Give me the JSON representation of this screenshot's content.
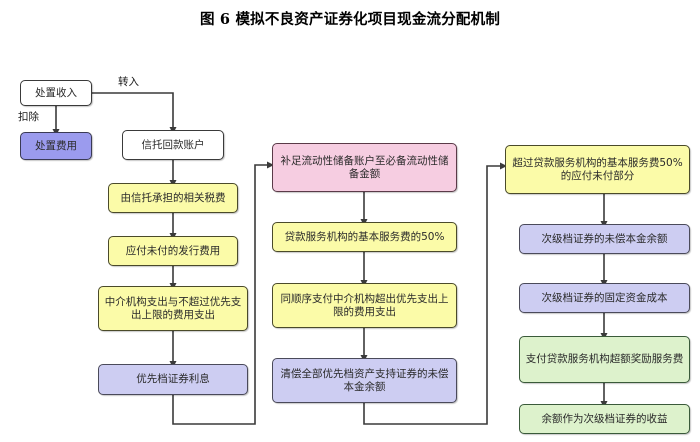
{
  "title": "图 6  模拟不良资产证券化项目现金流分配机制",
  "colors": {
    "white": "#ffffff",
    "blue": "#9b9bee",
    "lavender": "#cdcdf2",
    "yellow": "#fbfba8",
    "pink": "#f6cde1",
    "green": "#ddf2cc",
    "stroke": "#3a3a3a",
    "text": "#2a2a2a"
  },
  "edge_labels": {
    "transfer_in": "转入",
    "deduct": "扣除"
  },
  "columns": {
    "left": {
      "nodes": [
        {
          "id": "disposal-income",
          "label": "处置收入",
          "color": "white"
        },
        {
          "id": "disposal-fee",
          "label": "处置费用",
          "color": "blue"
        },
        {
          "id": "trust-account",
          "label": "信托回款账户",
          "color": "white"
        },
        {
          "id": "trust-taxes",
          "label": "由信托承担的相关税费",
          "color": "yellow"
        },
        {
          "id": "issuance-fee",
          "label": "应付未付的发行费用",
          "color": "yellow"
        },
        {
          "id": "intermediary-fee",
          "label": "中介机构支出与不超过优先支出上限的费用支出",
          "color": "yellow"
        },
        {
          "id": "senior-interest",
          "label": "优先档证券利息",
          "color": "lavender"
        }
      ]
    },
    "middle": {
      "nodes": [
        {
          "id": "liquidity-reserve",
          "label": "补足流动性储备账户至必备流动性储备金额",
          "color": "pink"
        },
        {
          "id": "servicer-base-50",
          "label": "贷款服务机构的基本服务费的50%",
          "color": "yellow"
        },
        {
          "id": "intermediary-excess",
          "label": "同顺序支付中介机构超出优先支出上限的费用支出",
          "color": "yellow"
        },
        {
          "id": "senior-principal",
          "label": "清偿全部优先档资产支持证券的未偿本金余额",
          "color": "lavender"
        }
      ]
    },
    "right": {
      "nodes": [
        {
          "id": "servicer-over-50",
          "label": "超过贷款服务机构的基本服务费50%的应付未付部分",
          "color": "yellow"
        },
        {
          "id": "sub-principal",
          "label": "次级档证券的未偿本金余额",
          "color": "lavender"
        },
        {
          "id": "sub-fixed-cost",
          "label": "次级档证券的固定资金成本",
          "color": "lavender"
        },
        {
          "id": "servicer-bonus",
          "label": "支付贷款服务机构超额奖励服务费",
          "color": "green"
        },
        {
          "id": "residual-sub-return",
          "label": "余额作为次级档证券的收益",
          "color": "green"
        }
      ]
    }
  }
}
